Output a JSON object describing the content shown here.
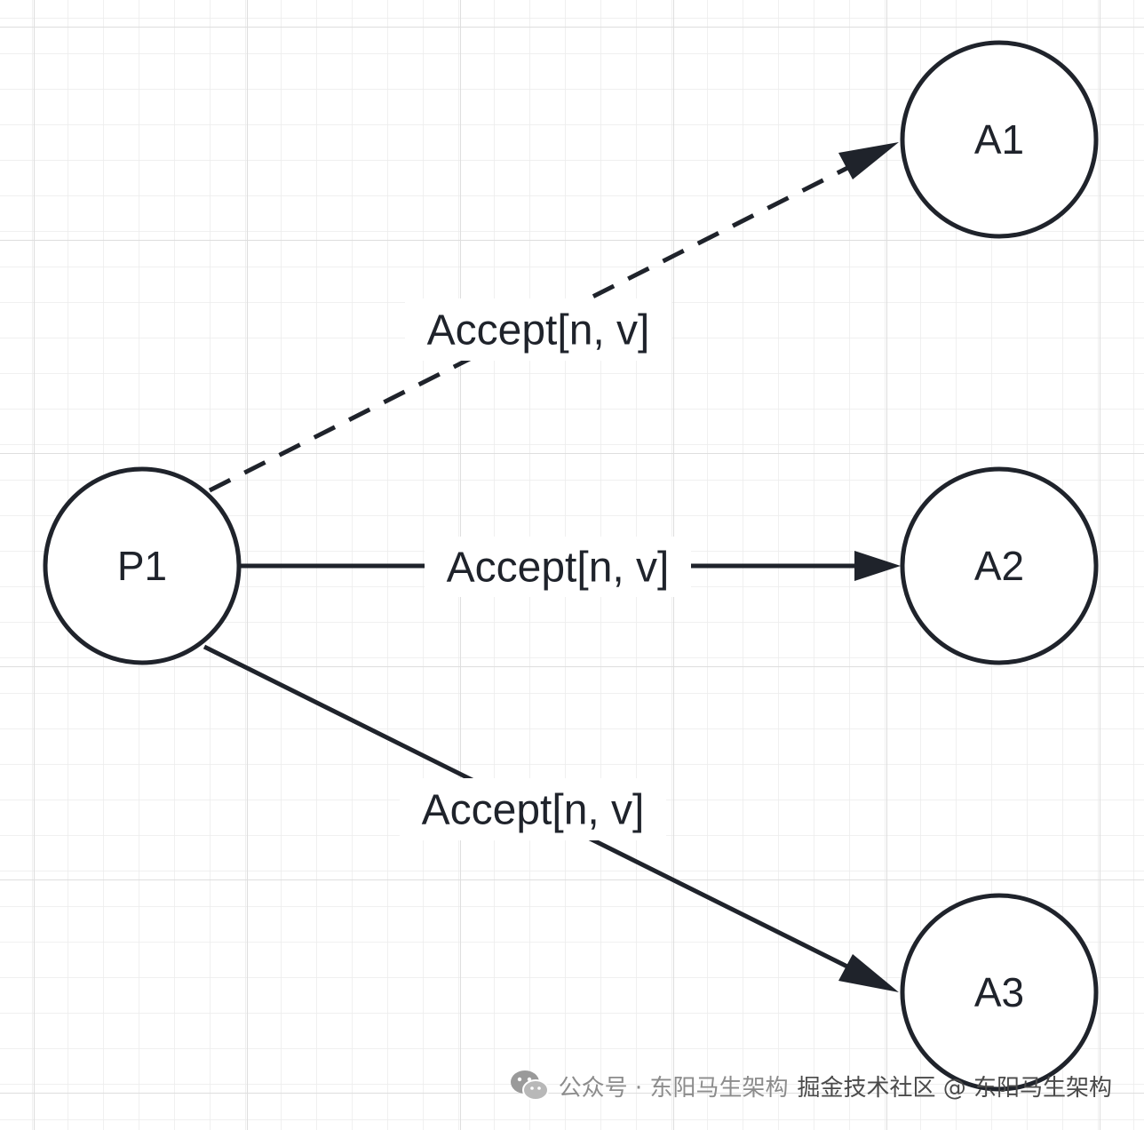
{
  "diagram": {
    "nodes": {
      "p1": {
        "label": "P1"
      },
      "a1": {
        "label": "A1"
      },
      "a2": {
        "label": "A2"
      },
      "a3": {
        "label": "A3"
      }
    },
    "edges": [
      {
        "from": "P1",
        "to": "A1",
        "style": "dashed",
        "label": "Accept[n, v]"
      },
      {
        "from": "P1",
        "to": "A2",
        "style": "solid",
        "label": "Accept[n, v]"
      },
      {
        "from": "P1",
        "to": "A3",
        "style": "solid",
        "label": "Accept[n, v]"
      }
    ]
  },
  "watermark": {
    "icon": "wechat-icon",
    "account": "公众号 · 东阳马生架构",
    "site": "掘金技术社区 @ 东阳马生架构"
  },
  "colors": {
    "stroke": "#1f232b",
    "grid": "#e3e3e3",
    "background": "#ffffff"
  }
}
